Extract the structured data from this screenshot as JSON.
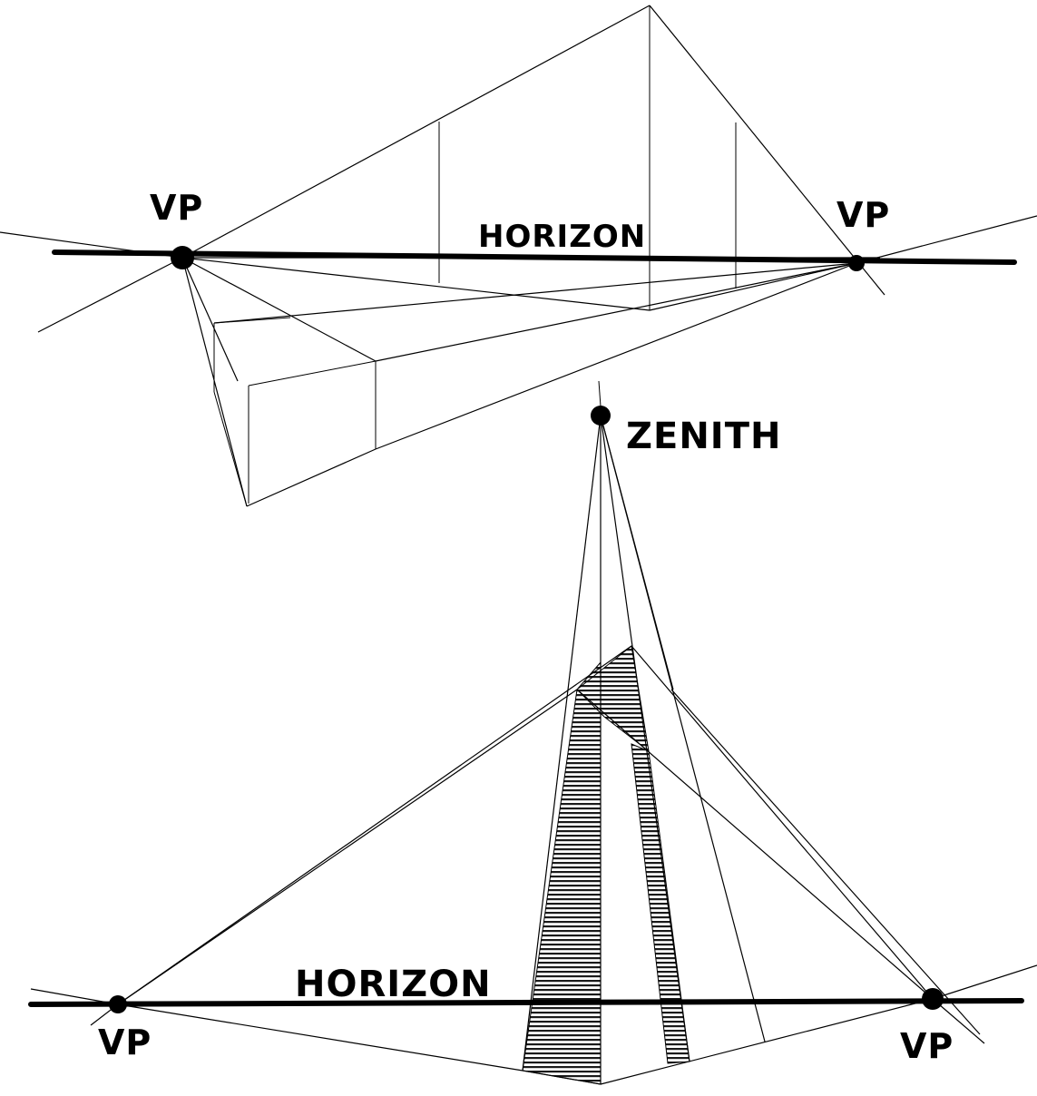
{
  "labels": {
    "top_vp_left": "VP",
    "top_vp_right": "VP",
    "top_horizon": "HORIZON",
    "zenith": "ZENITH",
    "bottom_horizon": "HORIZON",
    "bottom_vp_left": "VP",
    "bottom_vp_right": "VP"
  },
  "colors": {
    "ink": "#000000",
    "paper": "#ffffff",
    "shade": "#555555"
  }
}
